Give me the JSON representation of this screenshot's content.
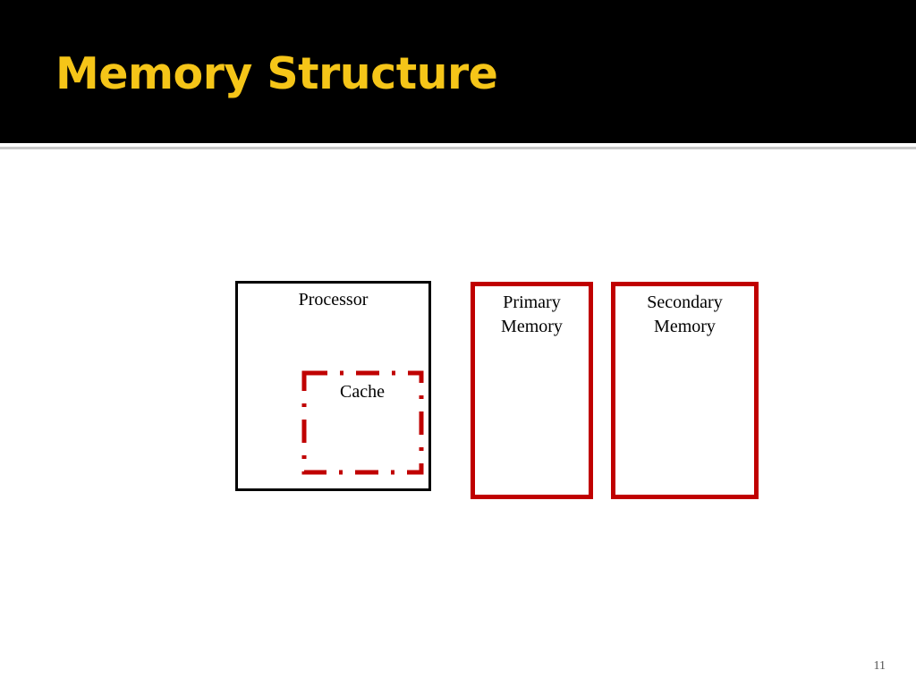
{
  "slide": {
    "title": "Memory Structure",
    "page_number": "11"
  },
  "diagram": {
    "processor": {
      "label": "Processor"
    },
    "cache": {
      "label": "Cache"
    },
    "primary_memory": {
      "label_line1": "Primary",
      "label_line2": "Memory"
    },
    "secondary_memory": {
      "label_line1": "Secondary",
      "label_line2": "Memory"
    }
  },
  "colors": {
    "title_bar": "#000000",
    "title_text": "#f5c518",
    "memory_border": "#c00000",
    "processor_border": "#000000"
  }
}
